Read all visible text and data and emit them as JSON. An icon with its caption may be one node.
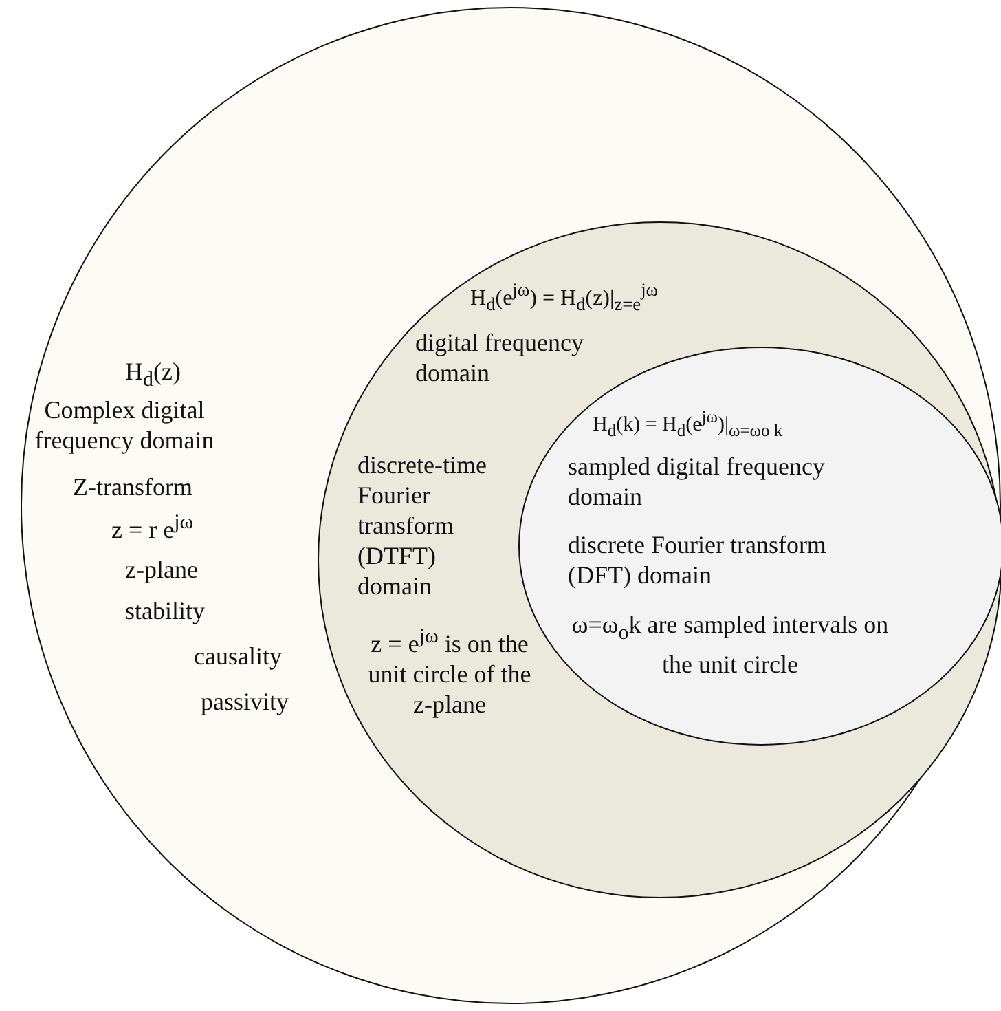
{
  "diagram": {
    "nodes": [
      {
        "text": [
          "H$_{d}$(z)",
          "Complex digital frequency domain",
          "Z-transform",
          "z = r e$^{jω}$",
          "z-plane",
          "stability",
          "causality",
          "passivity"
        ]
      },
      {
        "text": [
          "H$_{d}$(e$^{jω}$) = H$_{d}$(z)|$_{z=e}$$^{jω}$",
          "digital frequency domain",
          "discrete-time Fourier transform (DTFT) domain",
          "z = e$^{jω}$ is on the unit circle of the z-plane"
        ],
        "in": 0
      },
      {
        "text": [
          "H$_{d}$(k) = H$_{d}$(e$^{jω}$)|$_{ω=ωo k}$",
          "sampled digital frequency domain",
          "discrete Fourier transform (DFT) domain",
          "ω=ω$_{o}$k are sampled intervals on the unit circle"
        ],
        "in": 1
      }
    ]
  }
}
